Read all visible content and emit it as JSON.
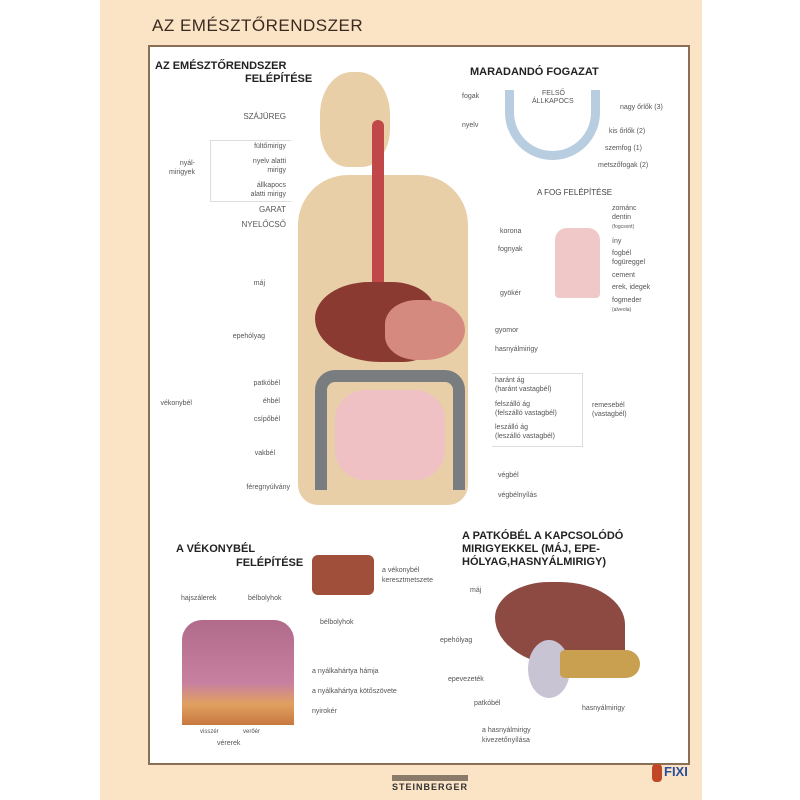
{
  "title": "AZ EMÉSZTŐRENDSZER",
  "main": {
    "heading": [
      "AZ EMÉSZTŐRENDSZER",
      "FELÉPÍTÉSE"
    ],
    "left_labels": {
      "szajureg": "SZÁJÜREG",
      "fultomirigy": "fültőmirigy",
      "nyelv_alatti": [
        "nyelv alatti",
        "mirigy"
      ],
      "allkapocs_alatti": [
        "állkapocs",
        "alatti mirigy"
      ],
      "nyalmirigyek": [
        "nyál-",
        "mirigyek"
      ],
      "garat": "GARAT",
      "nyelocso": "NYELŐCSŐ",
      "maj": "máj",
      "epeholyag": "epehólyag",
      "patkobel": "patkóbél",
      "ehbel": "éhbél",
      "csipobel": "csípőbél",
      "vekonybel": "vékonybél",
      "vakbel": "vakbél",
      "feregnyulvany": "féregnyúlvány"
    },
    "right_labels": {
      "fogak": "fogak",
      "nyelv": "nyelv",
      "gyomor": "gyomor",
      "hasnyalmirigy": "hasnyálmirigy",
      "harant": [
        "haránt ág",
        "(haránt vastagbél)"
      ],
      "felszallo": [
        "felszálló ág",
        "(felszálló vastagbél)"
      ],
      "leszallo": [
        "leszálló ág",
        "(leszálló vastagbél)"
      ],
      "remesebel": [
        "remesebél",
        "(vastagbél)"
      ],
      "vegbel": "végbél",
      "vegbelnyilas": "végbélnyílás"
    }
  },
  "teeth": {
    "heading": "MARADANDÓ FOGAZAT",
    "jaw": [
      "FELSŐ",
      "ÁLLKAPOCS"
    ],
    "labels": [
      "nagy őrlők (3)",
      "kis őrlők (2)",
      "szemfog (1)",
      "metszőfogak (2)"
    ]
  },
  "tooth": {
    "heading": "A FOG FELÉPÍTÉSE",
    "left": [
      "korona",
      "fognyak",
      "gyökér"
    ],
    "right": [
      "zománc",
      "dentin",
      "(fogcsont)",
      "íny",
      "fogbél",
      "fogüreggel",
      "cement",
      "erek, idegek",
      "fogmeder",
      "(alveola)"
    ]
  },
  "small_intestine": {
    "heading": [
      "A VÉKONYBÉL",
      "FELÉPÍTÉSE"
    ],
    "cross_section": [
      "a vékonybél",
      "keresztmetszete"
    ],
    "labels": {
      "hajszalerek": "hajszálerek",
      "belbolyhok1": "bélbolyhok",
      "belbolyhok2": "bélbolyhok",
      "hama": "a nyálkahártya hámja",
      "kotoszovete": "a nyálkahártya kötőszövete",
      "nyiroker": "nyirokér",
      "visszer": "visszér",
      "veroer": "verőér",
      "vererek": "vérerek"
    }
  },
  "duodenum": {
    "heading": [
      "A PATKÓBÉL A KAPCSOLÓDÓ",
      "MIRIGYEKKEL (MÁJ, EPE-",
      "HÓLYAG,HASNYÁLMIRIGY)"
    ],
    "labels": {
      "maj": "máj",
      "epeholyag": "epehólyag",
      "epevezetek": "epevezeték",
      "patkobel": "patkóbél",
      "hasnyalmirigy": "hasnyálmirigy",
      "kivezeto": [
        "a hasnyálmirigy",
        "kivezetőnyílása"
      ]
    }
  },
  "footer": {
    "publisher_logo": "STEINBERGER",
    "brand_logo": "FIXI"
  }
}
